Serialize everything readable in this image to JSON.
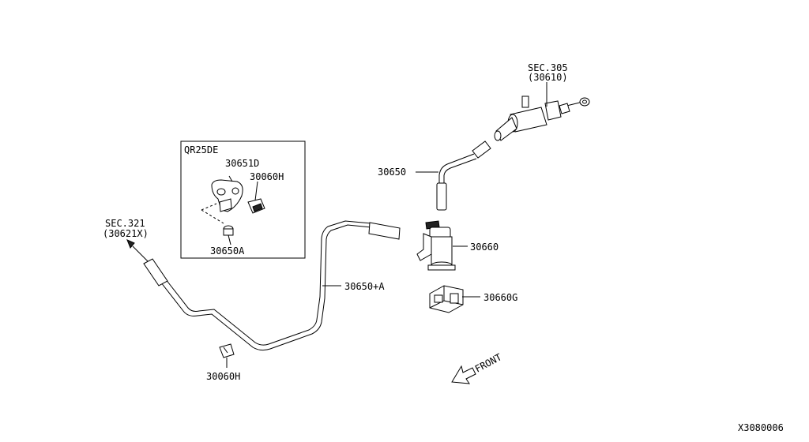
{
  "labels": {
    "sec305": "SEC.305",
    "sec305_sub": "(30610)",
    "sec321": "SEC.321",
    "sec321_sub": "(30621X)",
    "inset_title": "QR25DE",
    "p30651d": "30651D",
    "p30060h_inset": "30060H",
    "p30650a": "30650A",
    "p30650": "30650",
    "p30660": "30660",
    "p30660g": "30660G",
    "p30650plusa": "30650+A",
    "p30060h": "30060H",
    "front": "FRONT",
    "diagram_id": "X3080006"
  }
}
